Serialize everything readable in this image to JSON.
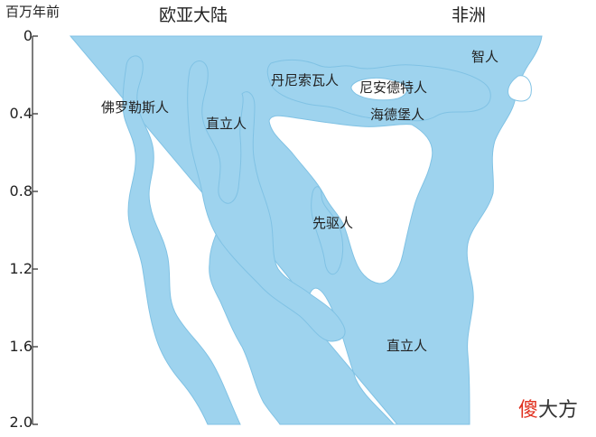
{
  "axis": {
    "unit_label": "百万年前",
    "ticks": [
      "0",
      "0.4",
      "0.8",
      "1.2",
      "1.6",
      "2.0"
    ]
  },
  "regions": {
    "eurasia": "欧亚大陆",
    "africa": "非洲"
  },
  "species": {
    "floresiensis": "佛罗勒斯人",
    "erectus_asia": "直立人",
    "denisovan": "丹尼索瓦人",
    "neanderthal": "尼安德特人",
    "heidelberg": "海德堡人",
    "sapiens": "智人",
    "antecessor": "先驱人",
    "erectus_africa": "直立人"
  },
  "watermark": {
    "part1": "傻",
    "part2": "大方"
  },
  "colors": {
    "fill": "#9ed3ee",
    "outline": "#6fb6dc",
    "axis": "#444444"
  }
}
